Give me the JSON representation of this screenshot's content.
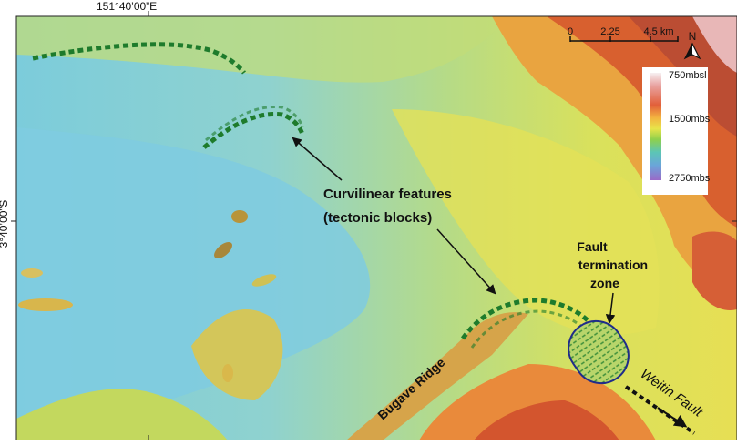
{
  "coordinates": {
    "top_longitude": "151°40’00”E",
    "left_latitude": "3°40’00”S"
  },
  "scale_bar": {
    "ticks": [
      "0",
      "2.25",
      "4.5 km"
    ]
  },
  "north_arrow": {
    "label": "N"
  },
  "depth_legend": {
    "labels": [
      "750mbsl",
      "1500mbsl",
      "2750mbsl"
    ]
  },
  "annotations": {
    "curvilinear_line1": "Curvilinear features",
    "curvilinear_line2": "(tectonic blocks)",
    "fault_zone_line1": "Fault",
    "fault_zone_line2": "termination",
    "fault_zone_line3": "zone",
    "ridge_label": "Bugave Ridge",
    "fault_label": "Weitin Fault"
  }
}
